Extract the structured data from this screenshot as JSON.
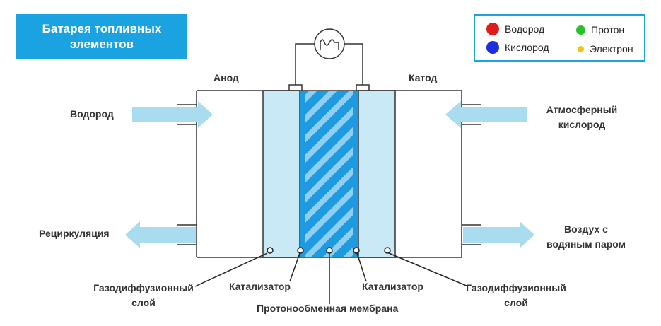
{
  "title": {
    "line1": "Батарея топливных",
    "line2": "элементов"
  },
  "legend": {
    "items": [
      {
        "label": "Водород",
        "color": "#e01b1b"
      },
      {
        "label": "Протон",
        "color": "#2cbf2c"
      },
      {
        "label": "Кислород",
        "color": "#1b2ee0"
      },
      {
        "label": "Электрон",
        "color": "#f2c218"
      }
    ]
  },
  "labels": {
    "anode": "Анод",
    "cathode": "Катод",
    "hydrogen_in": "Водород",
    "recirculation": "Рециркуляция",
    "oxygen_in_line1": "Атмосферный",
    "oxygen_in_line2": "кислород",
    "air_out_line1": "Воздух с",
    "air_out_line2": "водяным паром",
    "gdl_left_line1": "Газодиффузионный",
    "gdl_left_line2": "слой",
    "catalyst_left": "Катализатор",
    "membrane": "Протонообменная мембрана",
    "catalyst_right": "Катализатор",
    "gdl_right_line1": "Газодиффузионный",
    "gdl_right_line2": "слой"
  },
  "colors": {
    "arrow": "#a9dcef",
    "gdl": "#c9e9f7",
    "membrane_dark": "#1e9ae0",
    "membrane_stripe": "#8fd0f2",
    "accent": "#1aa3e0"
  },
  "icons": {
    "load": "lamp-icon"
  }
}
